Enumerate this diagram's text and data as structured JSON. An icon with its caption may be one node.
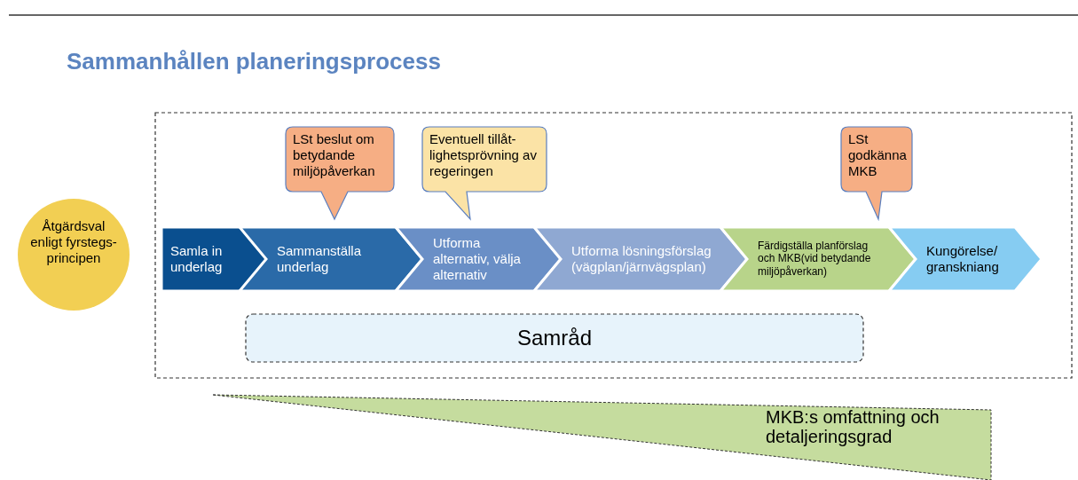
{
  "diagram": {
    "title": "Sammanhållen planeringsprocess",
    "nodes": [
      {
        "text": [],
        "shape": "box"
      },
      {
        "text": [
          "Åtgärdsval enligt fyrstegs-principen"
        ]
      },
      {
        "text": [
          "Samla in underlag"
        ],
        "in": 0
      },
      {
        "text": [
          "Sammanställa underlag"
        ],
        "in": 0
      },
      {
        "text": [
          "Utforma alternativ, välja alternativ"
        ],
        "in": 0
      },
      {
        "text": [
          "Utforma lösningsförslag (vägplan/järnvägsplan)"
        ],
        "in": 0
      },
      {
        "text": [
          "Färdigställa planförslag och MKB(vid betydande miljöpåverkan)"
        ],
        "in": 0
      },
      {
        "text": [
          "Kungörelse/ granskniang"
        ],
        "in": 0
      },
      {
        "text": [
          "LSt beslut om betydande miljöpåverkan"
        ],
        "in": 0
      },
      {
        "text": [
          "Eventuell tillåt-lighetsprövning av regeringen"
        ],
        "in": 0
      },
      {
        "text": [
          "LSt godkänna MKB"
        ],
        "in": 0
      },
      {
        "text": [
          "Samråd"
        ],
        "in": 0
      },
      {
        "text": [
          "MKB:s omfattning och detaljeringsgrad"
        ]
      }
    ]
  }
}
